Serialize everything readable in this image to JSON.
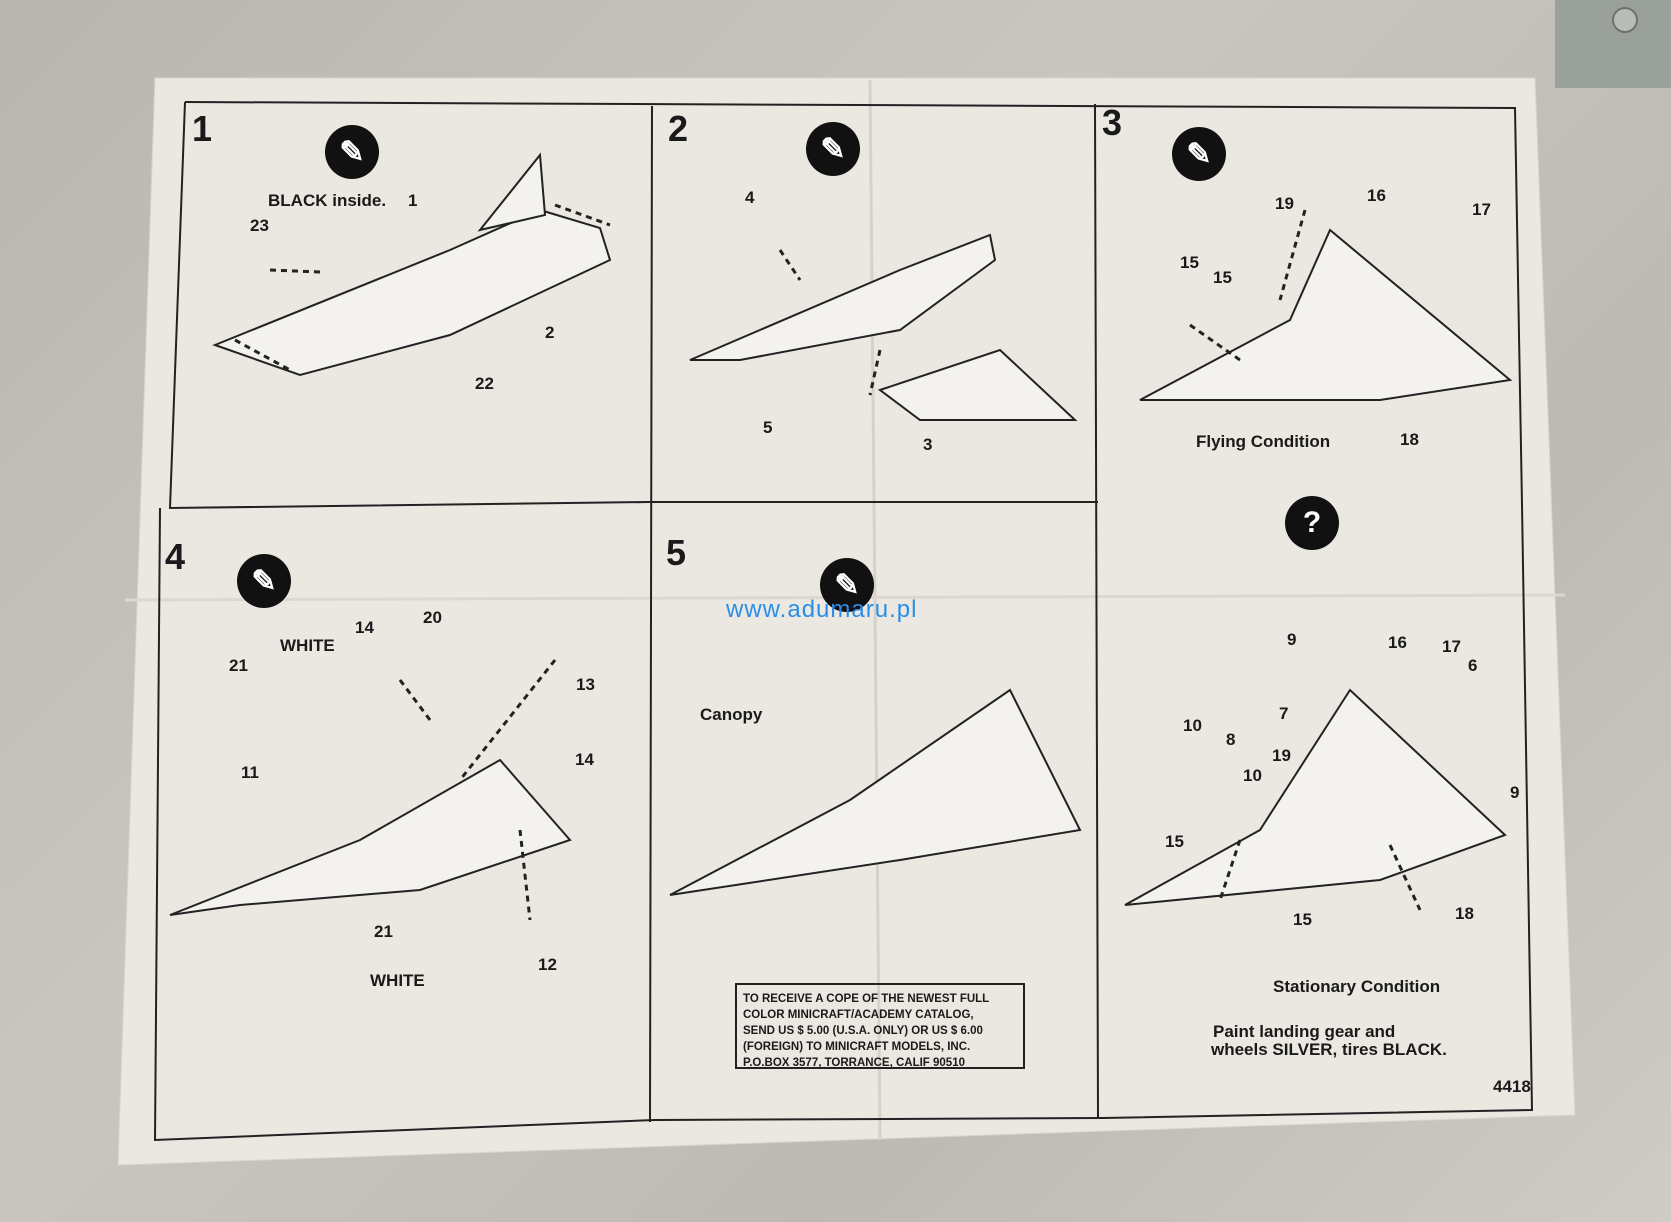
{
  "steps": {
    "s1": {
      "number": "1",
      "labels": [
        "BLACK inside.",
        "1",
        "23",
        "2",
        "22"
      ]
    },
    "s2": {
      "number": "2",
      "labels": [
        "4",
        "5",
        "3"
      ]
    },
    "s3": {
      "number": "3",
      "labels": [
        "19",
        "16",
        "17",
        "15",
        "15",
        "18"
      ],
      "caption": "Flying Condition"
    },
    "s4": {
      "number": "4",
      "labels": [
        "WHITE",
        "14",
        "20",
        "21",
        "13",
        "11",
        "14",
        "21",
        "12",
        "WHITE"
      ]
    },
    "s5": {
      "number": "5",
      "labels": [
        "Canopy"
      ]
    },
    "s6": {
      "labels": [
        "9",
        "16",
        "17",
        "6",
        "7",
        "10",
        "8",
        "10",
        "19",
        "9",
        "15",
        "15",
        "18"
      ],
      "caption": "Stationary Condition",
      "note_line1": "Paint landing gear and",
      "note_line2": "wheels SILVER, tires BLACK."
    }
  },
  "icons": {
    "glue": "glue-tube-icon",
    "question": "?"
  },
  "catalog_box": [
    "TO RECEIVE A COPE OF THE NEWEST FULL",
    "COLOR MINICRAFT/ACADEMY CATALOG,",
    "SEND US $ 5.00 (U.S.A. ONLY) OR US $ 6.00",
    "(FOREIGN) TO MINICRAFT MODELS, INC.",
    "P.O.BOX 3577, TORRANCE, CALIF 90510"
  ],
  "watermark": "www.adumaru.pl",
  "kit_code": "4418",
  "colors": {
    "paper": "#ebe8e2",
    "ink": "#1a1a1a",
    "watermark": "#2a8ee8"
  }
}
